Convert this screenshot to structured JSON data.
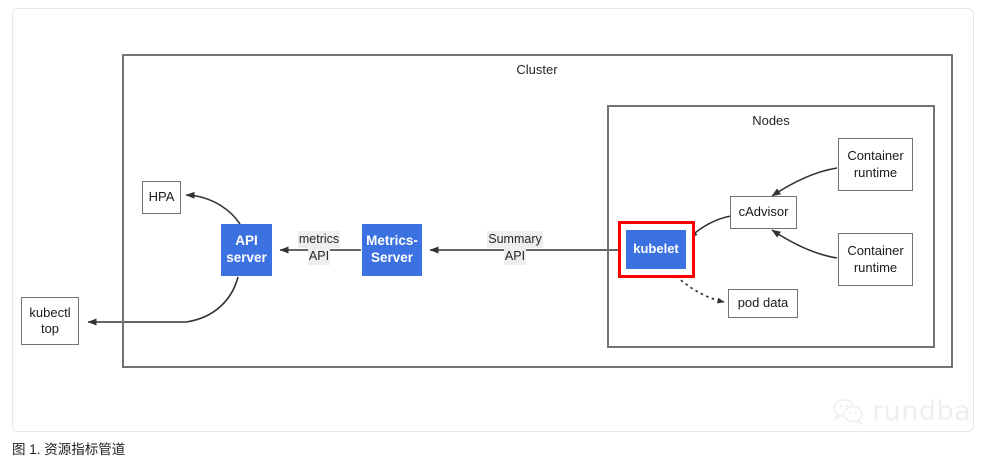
{
  "caption": "图 1. 资源指标管道",
  "watermark": {
    "text": "rundba",
    "icon": "wechat-bubbles-icon"
  },
  "colors": {
    "accent_blue": "#3b71e0",
    "highlight_red": "#ff0000",
    "box_border": "#737373",
    "label_bg": "#eeeeee",
    "card_border": "#e6e6ec"
  },
  "diagram": {
    "type": "flow-diagram",
    "groups": [
      {
        "id": "cluster",
        "label": "Cluster"
      },
      {
        "id": "nodes",
        "label": "Nodes"
      }
    ],
    "nodes": [
      {
        "id": "hpa",
        "label": "HPA",
        "style": "plain"
      },
      {
        "id": "kubectl-top",
        "line1": "kubectl",
        "line2": "top",
        "style": "plain"
      },
      {
        "id": "api-server",
        "line1": "API",
        "line2": "server",
        "style": "filled"
      },
      {
        "id": "metrics-server",
        "line1": "Metrics-",
        "line2": "Server",
        "style": "filled"
      },
      {
        "id": "kubelet",
        "label": "kubelet",
        "style": "filled",
        "highlight": "red"
      },
      {
        "id": "cadvisor",
        "label": "cAdvisor",
        "style": "plain"
      },
      {
        "id": "pod-data",
        "label": "pod data",
        "style": "plain"
      },
      {
        "id": "container-runtime-1",
        "line1": "Container",
        "line2": "runtime",
        "style": "plain"
      },
      {
        "id": "container-runtime-2",
        "line1": "Container",
        "line2": "runtime",
        "style": "plain"
      }
    ],
    "edge_labels": [
      {
        "id": "metrics-api",
        "line1": "metrics",
        "line2": "API"
      },
      {
        "id": "summary-api",
        "line1": "Summary",
        "line2": "API"
      }
    ],
    "edges": [
      {
        "from": "api-server",
        "to": "hpa",
        "style": "solid"
      },
      {
        "from": "api-server",
        "to": "kubectl-top",
        "style": "solid"
      },
      {
        "from": "metrics-server",
        "to": "api-server",
        "style": "solid",
        "label": "metrics-api"
      },
      {
        "from": "kubelet",
        "to": "metrics-server",
        "style": "solid",
        "label": "summary-api"
      },
      {
        "from": "cadvisor",
        "to": "kubelet",
        "style": "solid"
      },
      {
        "from": "container-runtime-1",
        "to": "cadvisor",
        "style": "solid"
      },
      {
        "from": "container-runtime-2",
        "to": "cadvisor",
        "style": "solid"
      },
      {
        "from": "kubelet",
        "to": "pod-data",
        "style": "dotted"
      }
    ]
  }
}
